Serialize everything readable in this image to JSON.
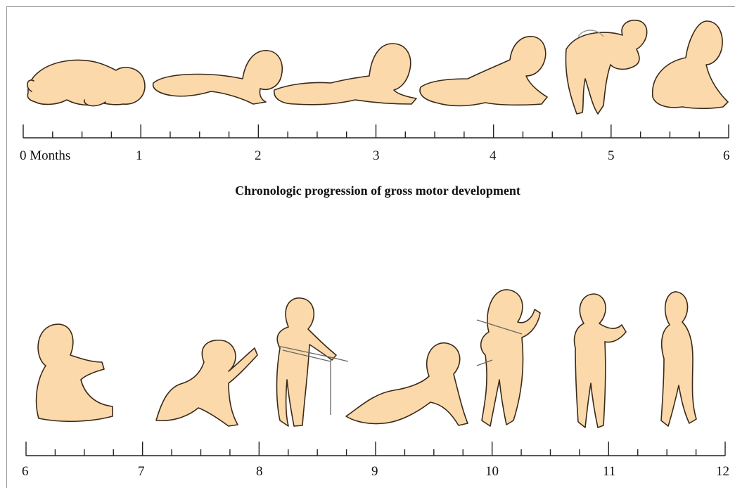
{
  "caption": "Chronologic progression of gross motor development",
  "timeline_top": {
    "labels": [
      "0 Months",
      "1",
      "2",
      "3",
      "4",
      "5",
      "6"
    ]
  },
  "timeline_bottom": {
    "labels": [
      "6",
      "7",
      "8",
      "9",
      "10",
      "11",
      "12"
    ]
  },
  "colors": {
    "skin": "#fcd9aa",
    "outline": "#3a2a1a",
    "axis": "#222222"
  }
}
